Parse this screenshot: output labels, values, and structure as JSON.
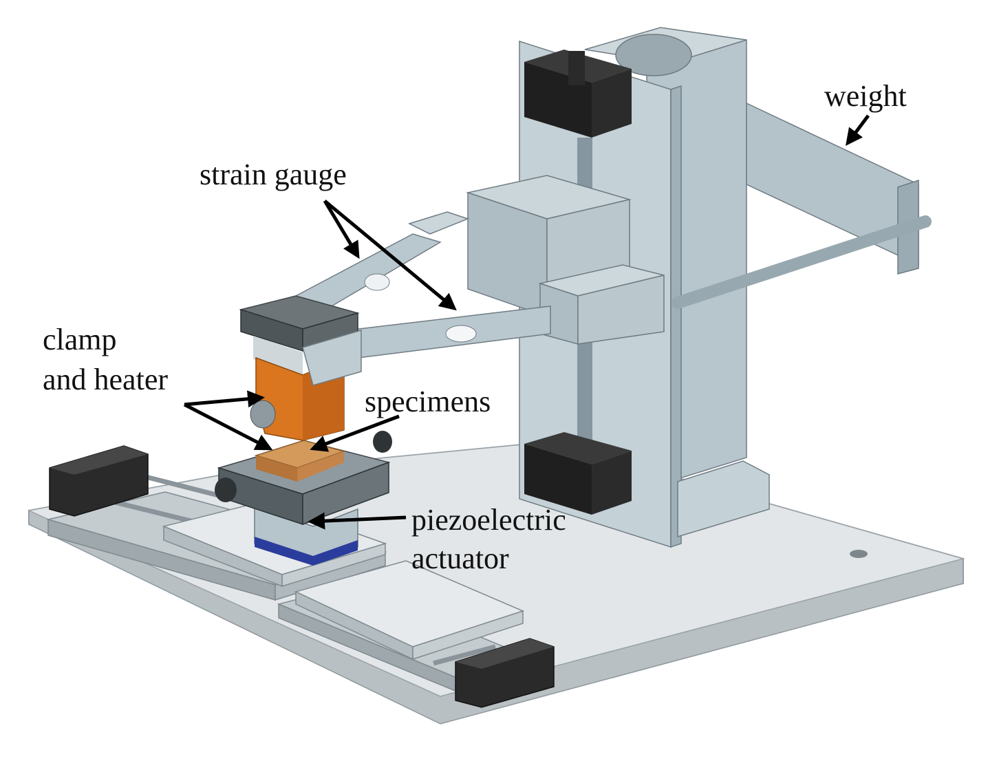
{
  "labels": {
    "weight": "weight",
    "strain_gauge": "strain gauge",
    "clamp_line1": "clamp",
    "clamp_line2": "and heater",
    "specimens": "specimens",
    "piezo_line1": "piezoelectric",
    "piezo_line2": "actuator"
  },
  "colors": {
    "steel_light": "#c9d5da",
    "steel_mid": "#aebdc4",
    "steel_dark": "#8fa1aa",
    "base_plate": "#d8dcdf",
    "black_block": "#1f1f1f",
    "orange": "#d9761f",
    "specimen": "#c8864a",
    "actuator_blue": "#2b3d9c",
    "arrow": "#000000"
  }
}
